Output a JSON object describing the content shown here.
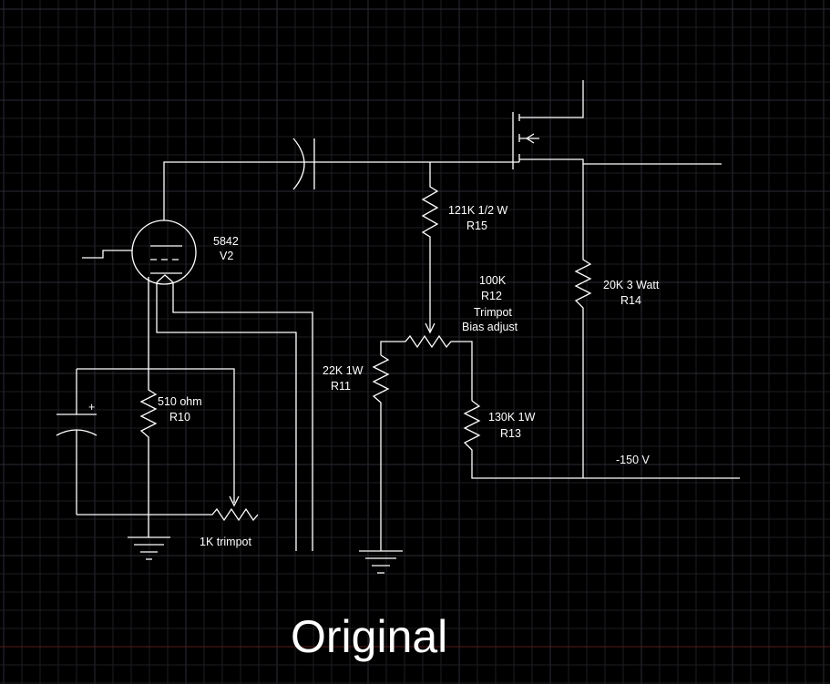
{
  "colors": {
    "background": "#000000",
    "grid_minor": "#1e1e24",
    "grid_major": "#2c2c36",
    "axis_line": "#5a1a1a",
    "wire": "#ffffff",
    "text": "#ffffff"
  },
  "labels": {
    "tube_type": "5842",
    "tube_ref": "V2",
    "r15_value": "121K 1/2 W",
    "r15_ref": "R15",
    "r12_value": "100K",
    "r12_ref": "R12",
    "r12_type": "Trimpot",
    "r12_function": "Bias adjust",
    "r14_value": "20K 3 Watt",
    "r14_ref": "R14",
    "r11_value": "22K 1W",
    "r11_ref": "R11",
    "r13_value": "130K 1W",
    "r13_ref": "R13",
    "r10_value": "510 ohm",
    "r10_ref": "R10",
    "trimpot_1k": "1K trimpot",
    "supply": "-150 V",
    "cap_polarity": "+",
    "caption": "Original"
  }
}
